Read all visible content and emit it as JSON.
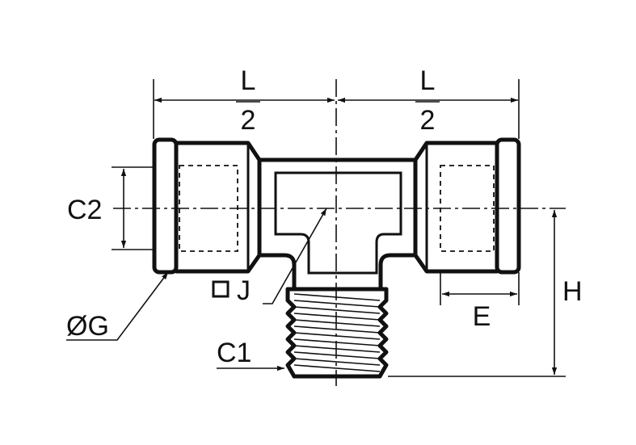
{
  "labels": {
    "half_length_top_left": "L",
    "half_length_bottom_left": "2",
    "half_length_top_right": "L",
    "half_length_bottom_right": "2",
    "c2": "C2",
    "diameter_g": "ØG",
    "hex_j": "J",
    "c1": "C1",
    "e": "E",
    "h": "H"
  }
}
